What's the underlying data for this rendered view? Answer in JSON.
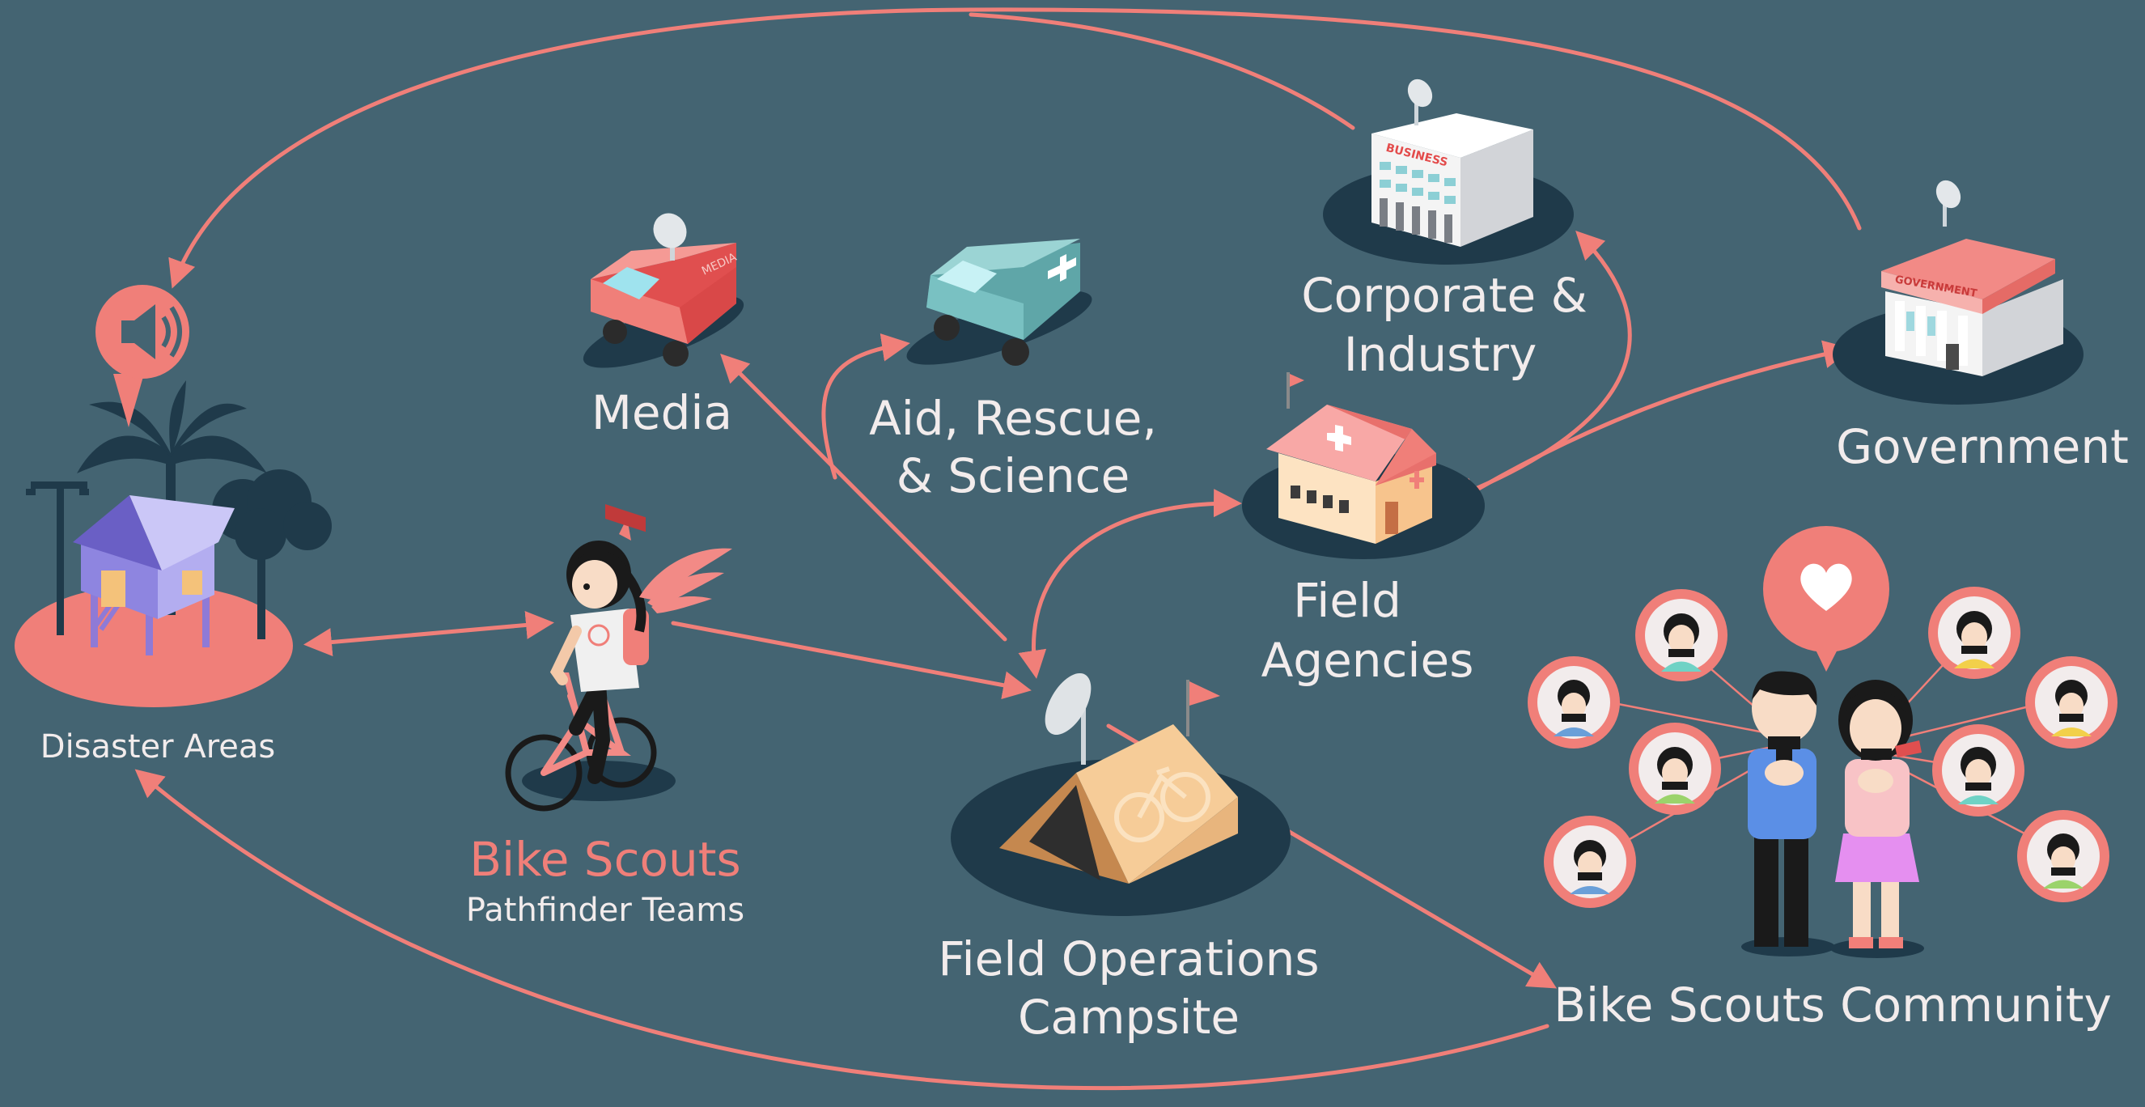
{
  "labels": {
    "media": "Media",
    "aid_line1": "Aid, Rescue,",
    "aid_line2": "& Science",
    "corporate_line1": "Corporate &",
    "corporate_line2": "Industry",
    "government": "Government",
    "field_agencies_line1": "Field",
    "field_agencies_line2": "Agencies",
    "disaster_areas": "Disaster Areas",
    "bike_scouts": "Bike Scouts",
    "pathfinder_teams": "Pathfinder Teams",
    "field_ops_line1": "Field Operations",
    "field_ops_line2": "Campsite",
    "community": "Bike Scouts Community"
  },
  "signs": {
    "business": "BUSINESS",
    "government": "GOVERNMENT",
    "media_van": "MEDIA"
  },
  "colors": {
    "background": "#446472",
    "accent": "#f07f79",
    "text": "#f2ecec",
    "shadow": "#1f3a4a"
  }
}
